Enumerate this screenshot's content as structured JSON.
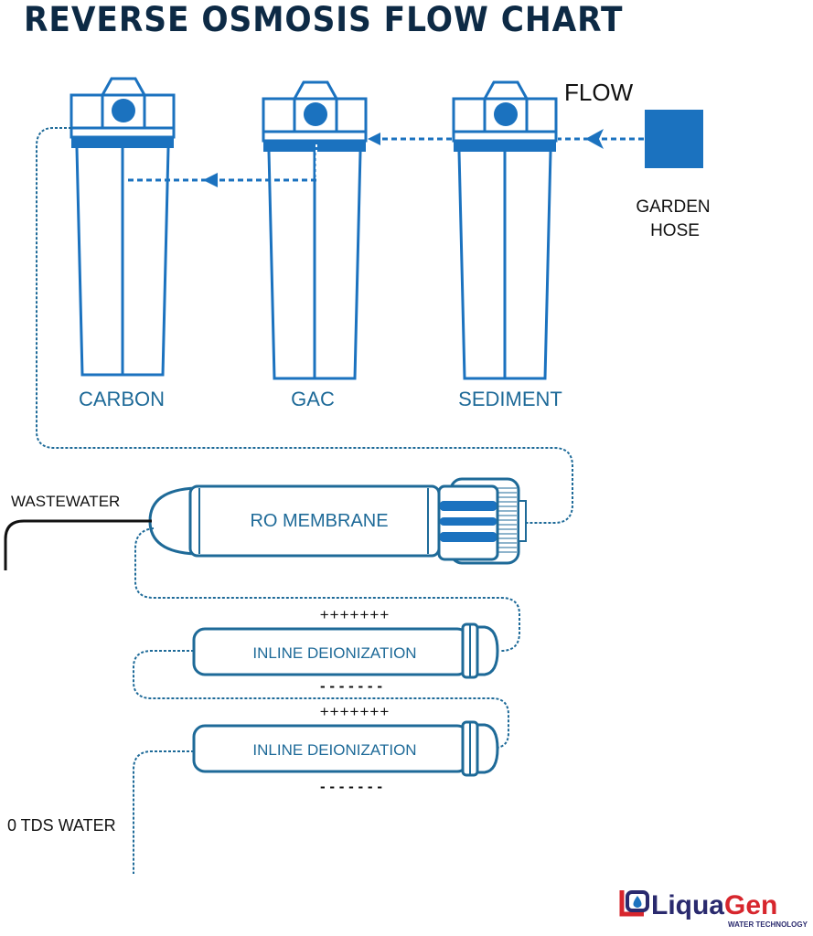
{
  "title": "REVERSE OSMOSIS FLOW CHART",
  "colors": {
    "primary_blue": "#1b72bf",
    "outline_blue": "#1e6a98",
    "title_navy": "#0d2a45",
    "logo_red": "#d7262d",
    "logo_navy": "#2a2a6e"
  },
  "flow_label": "FLOW",
  "source": {
    "label_line1": "GARDEN",
    "label_line2": "HOSE"
  },
  "filters": [
    {
      "label": "CARBON"
    },
    {
      "label": "GAC"
    },
    {
      "label": "SEDIMENT"
    }
  ],
  "ro_membrane": {
    "label": "RO MEMBRANE"
  },
  "wastewater_label": "WASTEWATER",
  "deionization": [
    {
      "label": "INLINE DEIONIZATION",
      "top_charge": "+++++++",
      "bottom_charge": "- - - - - - -"
    },
    {
      "label": "INLINE DEIONIZATION",
      "top_charge": "+++++++",
      "bottom_charge": "- - - - - - -"
    }
  ],
  "output_label": "0 TDS WATER",
  "logo": {
    "brand_part1": "Liqua",
    "brand_part2": "Gen",
    "tagline": "WATER TECHNOLOGY"
  }
}
